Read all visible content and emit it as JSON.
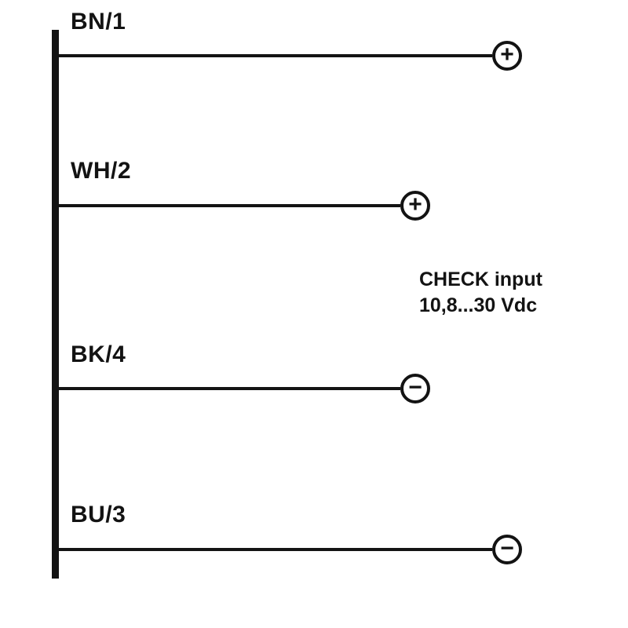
{
  "diagram": {
    "wires": [
      {
        "label": "BN/1",
        "terminal": "+"
      },
      {
        "label": "WH/2",
        "terminal": "+"
      },
      {
        "label": "BK/4",
        "terminal": "−"
      },
      {
        "label": "BU/3",
        "terminal": "−"
      }
    ],
    "annotation": {
      "line1": "CHECK input",
      "line2": "10,8...30 Vdc"
    }
  }
}
